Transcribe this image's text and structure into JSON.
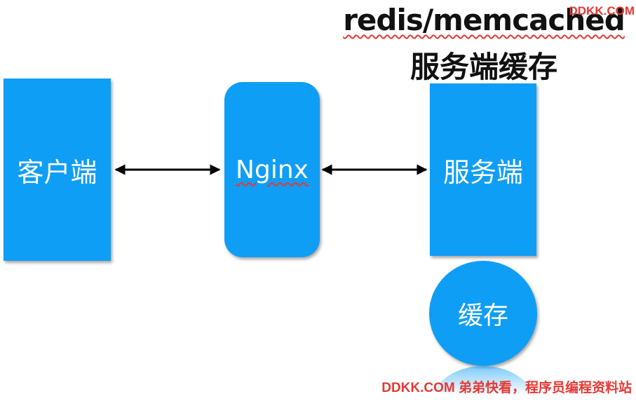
{
  "title": {
    "line1": "redis/memcached",
    "line2": "服务端缓存"
  },
  "nodes": {
    "client": "客户端",
    "nginx": "Nginx",
    "server": "服务端",
    "cache": "缓存"
  },
  "watermark": {
    "top": "DDKK.COM",
    "bottom": "DDKK.COM 弟弟快看，程序员编程资料站"
  },
  "colors": {
    "node_fill": "#0f9ef5",
    "watermark": "#e53935",
    "arrow": "#000000"
  }
}
